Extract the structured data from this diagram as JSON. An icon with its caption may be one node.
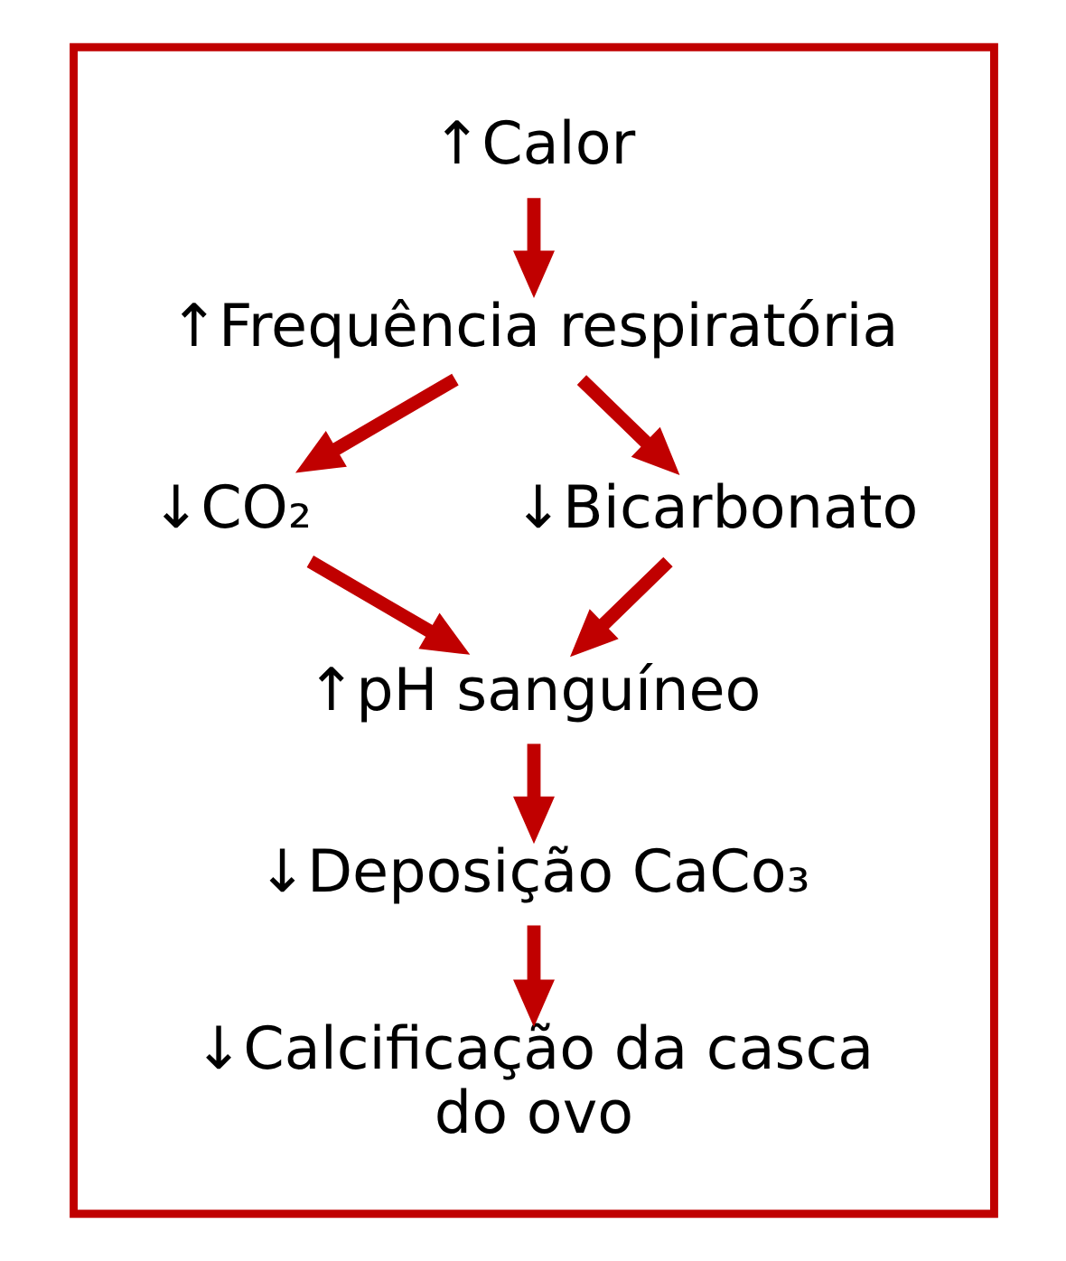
{
  "diagram": {
    "nodes": [
      {
        "text": [],
        "shape": "box"
      },
      {
        "text": [
          "↑Calor"
        ],
        "in": 0
      },
      {
        "text": [
          "↑Frequência respiratória"
        ],
        "in": 0
      },
      {
        "text": [
          "↓CO₂"
        ],
        "in": 0
      },
      {
        "text": [
          "↓Bicarbonato"
        ],
        "in": 0
      },
      {
        "text": [
          "↑pH sanguíneo"
        ],
        "in": 0
      },
      {
        "text": [
          "↓Deposição CaCo₃"
        ],
        "in": 0
      },
      {
        "text": [
          "↓Calcificação da casca do ovo"
        ],
        "in": 0
      }
    ],
    "edges": [
      {
        "from": 1,
        "to": 2,
        "arrow": "to"
      },
      {
        "from": 2,
        "to": 3,
        "arrow": "to"
      },
      {
        "from": 2,
        "to": 4,
        "arrow": "to"
      },
      {
        "from": 3,
        "to": 5,
        "arrow": "to"
      },
      {
        "from": 4,
        "to": 5,
        "arrow": "to"
      },
      {
        "from": 5,
        "to": 6,
        "arrow": "to"
      },
      {
        "from": 6,
        "to": 7,
        "arrow": "to"
      }
    ]
  }
}
